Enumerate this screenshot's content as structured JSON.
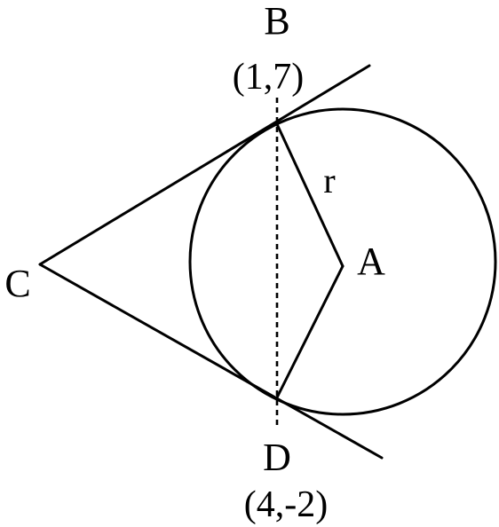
{
  "points": {
    "B": {
      "label": "B",
      "coords": "(1,7)"
    },
    "D": {
      "label": "D",
      "coords": "(4,-2)"
    },
    "C": {
      "label": "C"
    },
    "A": {
      "label": "A"
    }
  },
  "radius_label": "r"
}
